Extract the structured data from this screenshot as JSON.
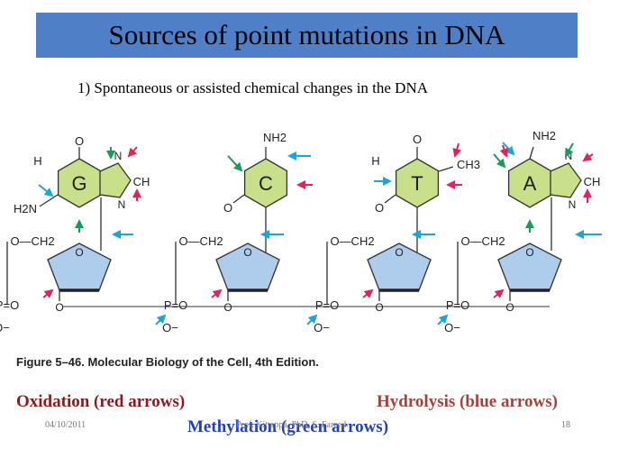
{
  "slide": {
    "title": "Sources of point mutations in DNA",
    "subtitle": "1) Spontaneous or assisted chemical changes in the DNA"
  },
  "diagram": {
    "bases": [
      {
        "letter": "G",
        "color": "#c8e08a"
      },
      {
        "letter": "C",
        "color": "#c8e08a"
      },
      {
        "letter": "T",
        "color": "#c8e08a"
      },
      {
        "letter": "A",
        "color": "#c8e08a"
      }
    ],
    "labels": {
      "o": "O",
      "h": "H",
      "n": "N",
      "ch": "CH",
      "nh2": "NH2",
      "h2n": "H2N",
      "ch3": "CH3",
      "och2": "O—CH2",
      "p": "P=O",
      "ominus": "O−"
    },
    "colors": {
      "sugar": "#aeccec",
      "oxidation": "#e0245a",
      "hydrolysis": "#1aa6d8",
      "methylation": "#1a9a5a"
    }
  },
  "figure_caption": "Figure 5–46. Molecular Biology of the Cell, 4th Edition.",
  "legend": {
    "oxidation": "Oxidation (red arrows)",
    "hydrolysis": "Hydrolysis (blue arrows)",
    "methylation": "Methylation (green arrows)"
  },
  "footer": {
    "date": "04/10/2011",
    "center": "Prof. Kittappa, PhD, S. Fareed",
    "page": "18"
  }
}
